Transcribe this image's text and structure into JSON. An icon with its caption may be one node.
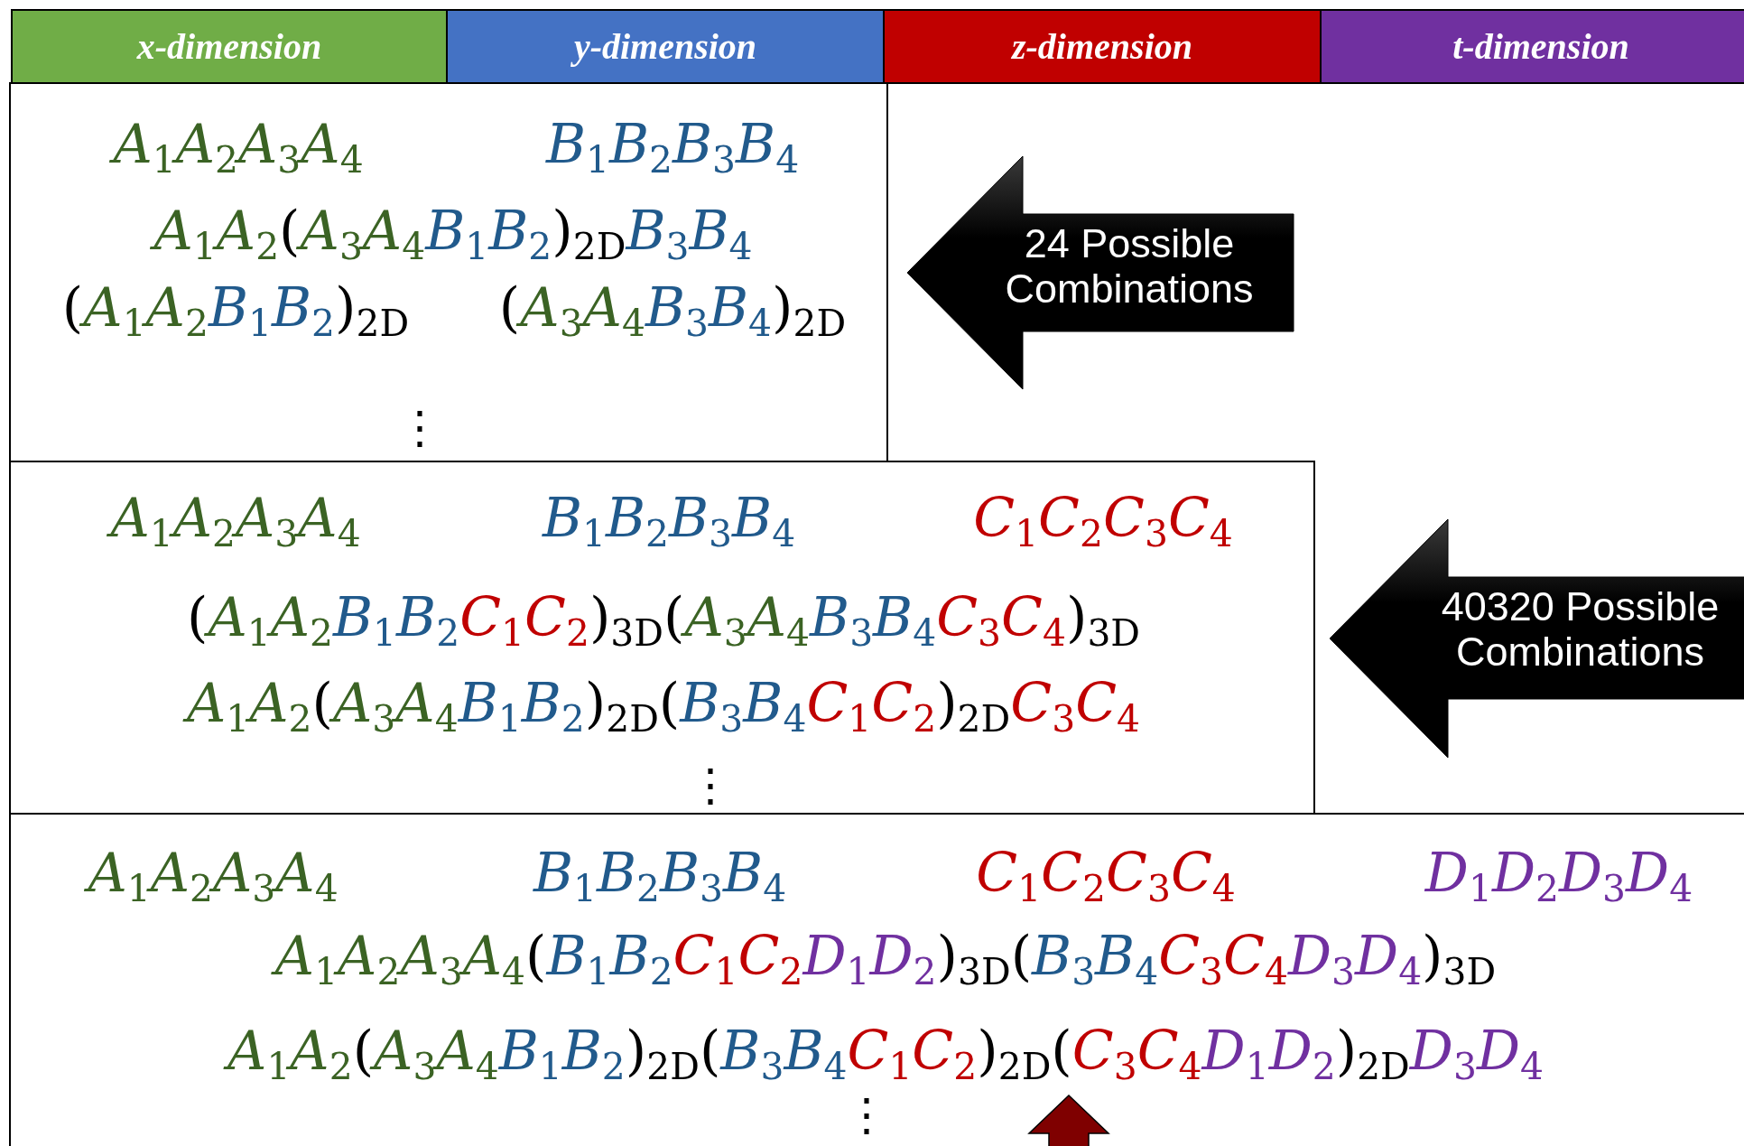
{
  "diagram": {
    "nodes": [
      {
        "text": [
          "x-dimension"
        ]
      },
      {
        "text": [
          "y-dimension"
        ]
      },
      {
        "text": [
          "z-dimension"
        ]
      },
      {
        "text": [
          "t-dimension"
        ]
      },
      {
        "text": [
          "A$_{1}$A$_{2}$A$_{3}$A$_{4}$",
          "B$_{1}$B$_{2}$B$_{3}$B$_{4}$",
          "A$_{1}$A$_{2}$(A$_{3}$A$_{4}$B$_{1}$B$_{2}$)$_{2D}$B$_{3}$B$_{4}$",
          "(A$_{1}$A$_{2}$B$_{1}$B$_{2}$)$_{2D}$",
          "(A$_{3}$A$_{4}$B$_{3}$B$_{4}$)$_{2D}$",
          "⋮"
        ]
      },
      {
        "text": [
          "24 Possible Combinations"
        ]
      },
      {
        "text": [
          "A$_{1}$A$_{2}$A$_{3}$A$_{4}$",
          "B$_{1}$B$_{2}$B$_{3}$B$_{4}$",
          "C$_{1}$C$_{2}$C$_{3}$C$_{4}$",
          "(A$_{1}$A$_{2}$B$_{1}$B$_{2}$C$_{1}$C$_{2}$)$_{3D}$(A$_{3}$A$_{4}$B$_{3}$B$_{4}$C$_{3}$C$_{4}$)$_{3D}$",
          "A$_{1}$A$_{2}$(A$_{3}$A$_{4}$B$_{1}$B$_{2}$)$_{2D}$(B$_{3}$B$_{4}$C$_{1}$C$_{2}$)$_{2D}$C$_{3}$C$_{4}$",
          "⋮"
        ]
      },
      {
        "text": [
          "40320 Possible Combinations"
        ]
      },
      {
        "text": [
          "A$_{1}$A$_{2}$A$_{3}$A$_{4}$",
          "B$_{1}$B$_{2}$B$_{3}$B$_{4}$",
          "C$_{1}$C$_{2}$C$_{3}$C$_{4}$",
          "D$_{1}$D$_{2}$D$_{3}$D$_{4}$",
          "A$_{1}$A$_{2}$A$_{3}$A$_{4}$(B$_{1}$B$_{2}$C$_{1}$C$_{2}$D$_{1}$D$_{2}$)$_{3D}$(B$_{3}$B$_{4}$C$_{3}$C$_{4}$D$_{3}$D$_{4}$)$_{3D}$",
          "A$_{1}$A$_{2}$(A$_{3}$A$_{4}$B$_{1}$B$_{2}$)$_{2D}$(B$_{3}$B$_{4}$C$_{1}$C$_{2}$)$_{2D}$(C$_{3}$C$_{4}$D$_{1}$D$_{2}$)$_{2D}$D$_{3}$D$_{4}$",
          "⋮"
        ]
      }
    ]
  }
}
